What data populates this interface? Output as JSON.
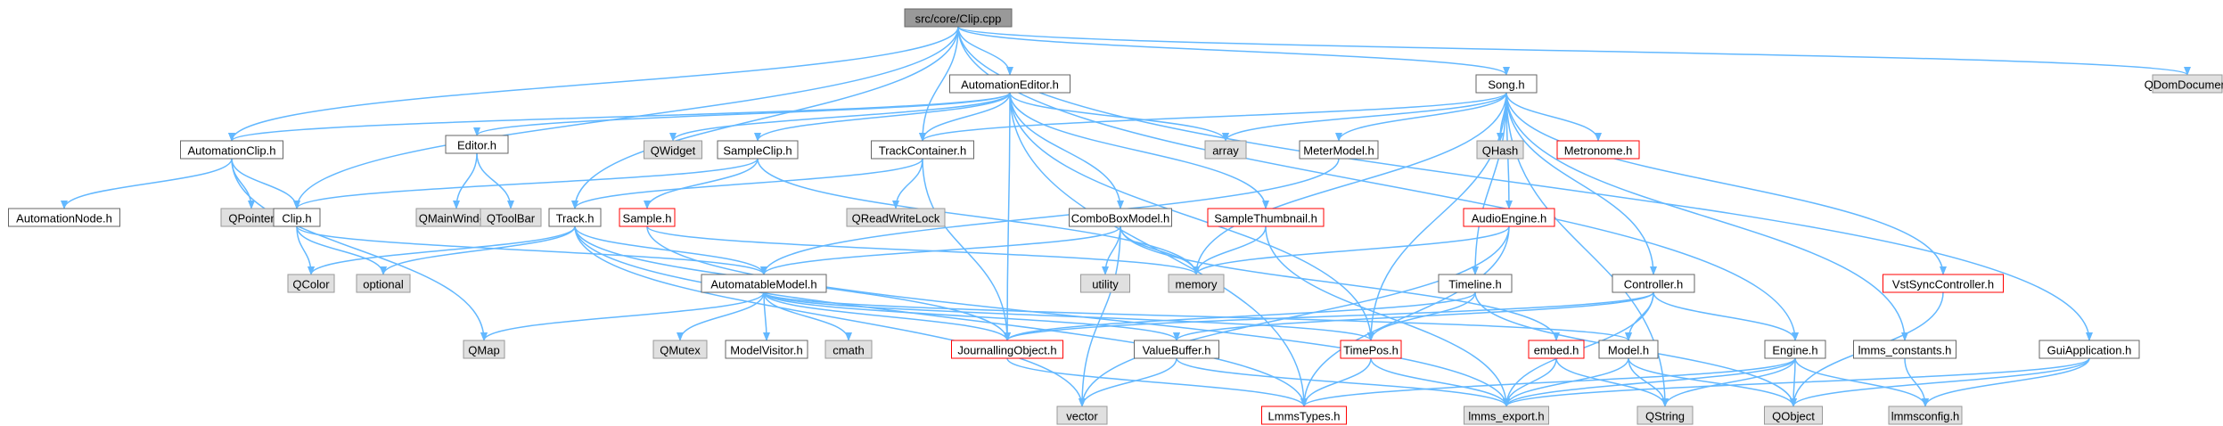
{
  "graph": {
    "nodes": [
      {
        "id": "clip_cpp",
        "label": "src/core/Clip.cpp",
        "style": "root"
      },
      {
        "id": "automation_editor",
        "label": "AutomationEditor.h",
        "style": "normal"
      },
      {
        "id": "qdomdocument",
        "label": "QDomDocument",
        "style": "external"
      },
      {
        "id": "automation_clip",
        "label": "AutomationClip.h",
        "style": "normal"
      },
      {
        "id": "song",
        "label": "Song.h",
        "style": "normal"
      },
      {
        "id": "editor",
        "label": "Editor.h",
        "style": "normal"
      },
      {
        "id": "qwidget",
        "label": "QWidget",
        "style": "external"
      },
      {
        "id": "sample_clip",
        "label": "SampleClip.h",
        "style": "normal"
      },
      {
        "id": "track_container",
        "label": "TrackContainer.h",
        "style": "normal"
      },
      {
        "id": "array",
        "label": "array",
        "style": "external"
      },
      {
        "id": "meter_model",
        "label": "MeterModel.h",
        "style": "normal"
      },
      {
        "id": "qhash",
        "label": "QHash",
        "style": "external"
      },
      {
        "id": "metronome",
        "label": "Metronome.h",
        "style": "truncated"
      },
      {
        "id": "automation_node",
        "label": "AutomationNode.h",
        "style": "normal"
      },
      {
        "id": "qpointer",
        "label": "QPointer",
        "style": "external"
      },
      {
        "id": "clip_h",
        "label": "Clip.h",
        "style": "normal"
      },
      {
        "id": "qmainwindow",
        "label": "QMainWindow",
        "style": "external"
      },
      {
        "id": "qtoolbar",
        "label": "QToolBar",
        "style": "external"
      },
      {
        "id": "track",
        "label": "Track.h",
        "style": "normal"
      },
      {
        "id": "sample",
        "label": "Sample.h",
        "style": "truncated"
      },
      {
        "id": "qreadwritelock",
        "label": "QReadWriteLock",
        "style": "external"
      },
      {
        "id": "combobox_model",
        "label": "ComboBoxModel.h",
        "style": "normal"
      },
      {
        "id": "sample_thumbnail",
        "label": "SampleThumbnail.h",
        "style": "truncated"
      },
      {
        "id": "audio_engine",
        "label": "AudioEngine.h",
        "style": "truncated"
      },
      {
        "id": "vst_sync",
        "label": "VstSyncController.h",
        "style": "truncated"
      },
      {
        "id": "qcolor",
        "label": "QColor",
        "style": "external"
      },
      {
        "id": "optional",
        "label": "optional",
        "style": "external"
      },
      {
        "id": "utility",
        "label": "utility",
        "style": "external"
      },
      {
        "id": "memory",
        "label": "memory",
        "style": "external"
      },
      {
        "id": "timeline",
        "label": "Timeline.h",
        "style": "normal"
      },
      {
        "id": "controller",
        "label": "Controller.h",
        "style": "normal"
      },
      {
        "id": "automatable_model",
        "label": "AutomatableModel.h",
        "style": "normal"
      },
      {
        "id": "qmap",
        "label": "QMap",
        "style": "external"
      },
      {
        "id": "qmutex",
        "label": "QMutex",
        "style": "external"
      },
      {
        "id": "model_visitor",
        "label": "ModelVisitor.h",
        "style": "normal"
      },
      {
        "id": "cmath",
        "label": "cmath",
        "style": "external"
      },
      {
        "id": "journalling_object",
        "label": "JournallingObject.h",
        "style": "truncated"
      },
      {
        "id": "value_buffer",
        "label": "ValueBuffer.h",
        "style": "normal"
      },
      {
        "id": "timepos",
        "label": "TimePos.h",
        "style": "truncated"
      },
      {
        "id": "embed",
        "label": "embed.h",
        "style": "truncated"
      },
      {
        "id": "model",
        "label": "Model.h",
        "style": "normal"
      },
      {
        "id": "engine",
        "label": "Engine.h",
        "style": "normal"
      },
      {
        "id": "lmms_constants",
        "label": "lmms_constants.h",
        "style": "normal"
      },
      {
        "id": "gui_application",
        "label": "GuiApplication.h",
        "style": "normal"
      },
      {
        "id": "vector",
        "label": "vector",
        "style": "external"
      },
      {
        "id": "lmms_types",
        "label": "LmmsTypes.h",
        "style": "truncated"
      },
      {
        "id": "lmms_export",
        "label": "lmms_export.h",
        "style": "external"
      },
      {
        "id": "qstring",
        "label": "QString",
        "style": "external"
      },
      {
        "id": "qobject",
        "label": "QObject",
        "style": "external"
      },
      {
        "id": "lmmsconfig",
        "label": "lmmsconfig.h",
        "style": "external"
      }
    ],
    "edges": [
      [
        "clip_cpp",
        "automation_editor"
      ],
      [
        "clip_cpp",
        "automation_clip"
      ],
      [
        "clip_cpp",
        "clip_h"
      ],
      [
        "clip_cpp",
        "track"
      ],
      [
        "clip_cpp",
        "track_container"
      ],
      [
        "clip_cpp",
        "song"
      ],
      [
        "clip_cpp",
        "engine"
      ],
      [
        "clip_cpp",
        "gui_application"
      ],
      [
        "clip_cpp",
        "qdomdocument"
      ],
      [
        "automation_editor",
        "automation_clip"
      ],
      [
        "automation_editor",
        "editor"
      ],
      [
        "automation_editor",
        "qwidget"
      ],
      [
        "automation_editor",
        "sample_clip"
      ],
      [
        "automation_editor",
        "track_container"
      ],
      [
        "automation_editor",
        "array"
      ],
      [
        "automation_editor",
        "combobox_model"
      ],
      [
        "automation_editor",
        "sample_thumbnail"
      ],
      [
        "automation_editor",
        "journalling_object"
      ],
      [
        "automation_editor",
        "timepos"
      ],
      [
        "automation_editor",
        "lmms_types"
      ],
      [
        "automation_clip",
        "automation_node"
      ],
      [
        "automation_clip",
        "qpointer"
      ],
      [
        "automation_clip",
        "clip_h"
      ],
      [
        "automation_clip",
        "qmap"
      ],
      [
        "editor",
        "qmainwindow"
      ],
      [
        "editor",
        "qtoolbar"
      ],
      [
        "sample_clip",
        "clip_h"
      ],
      [
        "sample_clip",
        "sample"
      ],
      [
        "sample_clip",
        "memory"
      ],
      [
        "track_container",
        "track"
      ],
      [
        "track_container",
        "qreadwritelock"
      ],
      [
        "track_container",
        "journalling_object"
      ],
      [
        "song",
        "track_container"
      ],
      [
        "song",
        "array"
      ],
      [
        "song",
        "meter_model"
      ],
      [
        "song",
        "qhash"
      ],
      [
        "song",
        "metronome"
      ],
      [
        "song",
        "audio_engine"
      ],
      [
        "song",
        "vst_sync"
      ],
      [
        "song",
        "memory"
      ],
      [
        "song",
        "timeline"
      ],
      [
        "song",
        "controller"
      ],
      [
        "song",
        "lmms_constants"
      ],
      [
        "song",
        "qstring"
      ],
      [
        "song",
        "timepos"
      ],
      [
        "meter_model",
        "automatable_model"
      ],
      [
        "clip_h",
        "qcolor"
      ],
      [
        "clip_h",
        "optional"
      ],
      [
        "clip_h",
        "automatable_model"
      ],
      [
        "track",
        "qcolor"
      ],
      [
        "track",
        "optional"
      ],
      [
        "track",
        "automatable_model"
      ],
      [
        "track",
        "journalling_object"
      ],
      [
        "track",
        "vector"
      ],
      [
        "track",
        "lmms_types"
      ],
      [
        "sample",
        "memory"
      ],
      [
        "sample",
        "lmms_export"
      ],
      [
        "combobox_model",
        "automatable_model"
      ],
      [
        "combobox_model",
        "utility"
      ],
      [
        "combobox_model",
        "memory"
      ],
      [
        "combobox_model",
        "vector"
      ],
      [
        "combobox_model",
        "embed"
      ],
      [
        "sample_thumbnail",
        "memory"
      ],
      [
        "sample_thumbnail",
        "lmms_export"
      ],
      [
        "audio_engine",
        "memory"
      ],
      [
        "audio_engine",
        "vector"
      ],
      [
        "audio_engine",
        "lmms_types"
      ],
      [
        "timeline",
        "journalling_object"
      ],
      [
        "timeline",
        "timepos"
      ],
      [
        "timeline",
        "qobject"
      ],
      [
        "controller",
        "journalling_object"
      ],
      [
        "controller",
        "value_buffer"
      ],
      [
        "controller",
        "model"
      ],
      [
        "controller",
        "engine"
      ],
      [
        "controller",
        "lmms_export"
      ],
      [
        "automatable_model",
        "qmap"
      ],
      [
        "automatable_model",
        "qmutex"
      ],
      [
        "automatable_model",
        "model_visitor"
      ],
      [
        "automatable_model",
        "cmath"
      ],
      [
        "automatable_model",
        "journalling_object"
      ],
      [
        "automatable_model",
        "value_buffer"
      ],
      [
        "automatable_model",
        "timepos"
      ],
      [
        "automatable_model",
        "model"
      ],
      [
        "journalling_object",
        "lmms_types"
      ],
      [
        "value_buffer",
        "vector"
      ],
      [
        "value_buffer",
        "lmms_export"
      ],
      [
        "timepos",
        "lmms_types"
      ],
      [
        "timepos",
        "lmms_export"
      ],
      [
        "embed",
        "lmms_export"
      ],
      [
        "embed",
        "qstring"
      ],
      [
        "model",
        "lmms_export"
      ],
      [
        "model",
        "qstring"
      ],
      [
        "model",
        "qobject"
      ],
      [
        "engine",
        "lmms_types"
      ],
      [
        "engine",
        "lmms_export"
      ],
      [
        "engine",
        "qstring"
      ],
      [
        "engine",
        "qobject"
      ],
      [
        "engine",
        "lmmsconfig"
      ],
      [
        "lmms_constants",
        "lmmsconfig"
      ],
      [
        "vst_sync",
        "qobject"
      ],
      [
        "gui_application",
        "qobject"
      ],
      [
        "gui_application",
        "lmmsconfig"
      ],
      [
        "gui_application",
        "lmms_export"
      ]
    ]
  },
  "colors": {
    "edge": "#63b8ff",
    "root_fill": "#999999",
    "normal_fill": "#ffffff",
    "normal_stroke": "#666666",
    "external_fill": "#e0e0e0",
    "external_stroke": "#999999",
    "truncated_fill": "#ffffff",
    "truncated_stroke": "#ff0000"
  }
}
